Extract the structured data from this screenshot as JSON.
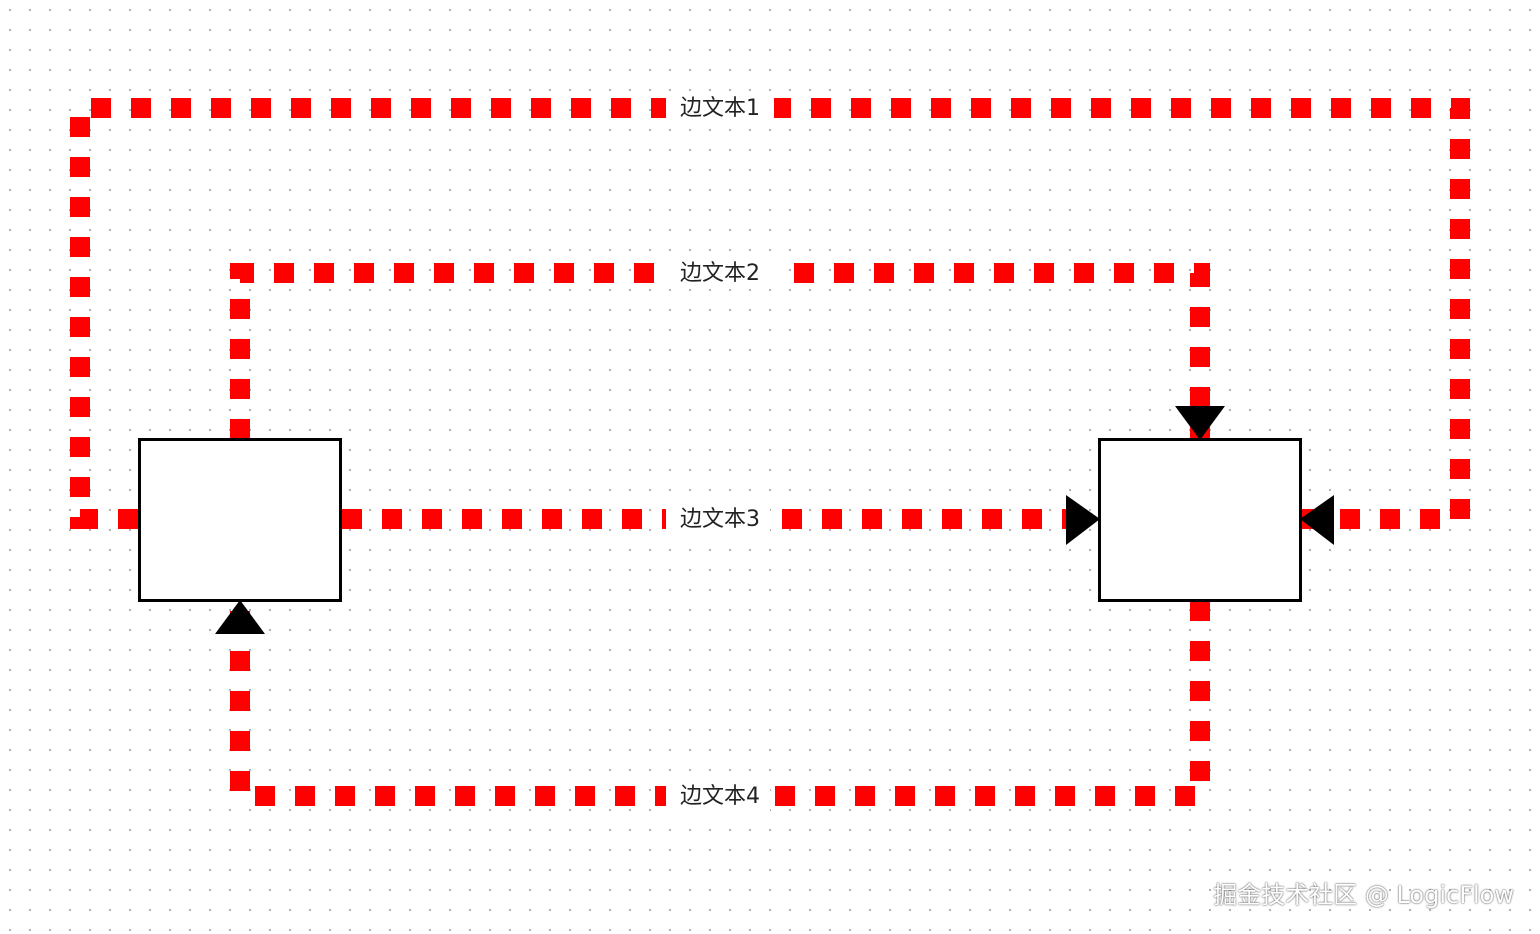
{
  "canvas": {
    "grid": "dotted",
    "grid_color": "#b3b3b3",
    "background": "#ffffff"
  },
  "style": {
    "edge_color": "#ff0000",
    "edge_style": "dashed",
    "node_border_color": "#000000",
    "arrow_color": "#000000"
  },
  "nodes": [
    {
      "id": "node-left",
      "text": ""
    },
    {
      "id": "node-right",
      "text": ""
    }
  ],
  "edges": [
    {
      "id": "edge-1",
      "label": "边文本1",
      "from": "node-left",
      "to": "node-right"
    },
    {
      "id": "edge-2",
      "label": "边文本2",
      "from": "node-left",
      "to": "node-right"
    },
    {
      "id": "edge-3",
      "label": "边文本3",
      "from": "node-left",
      "to": "node-right"
    },
    {
      "id": "edge-4",
      "label": "边文本4",
      "from": "node-right",
      "to": "node-left"
    }
  ],
  "watermark": "掘金技术社区 @ LogicFlow"
}
